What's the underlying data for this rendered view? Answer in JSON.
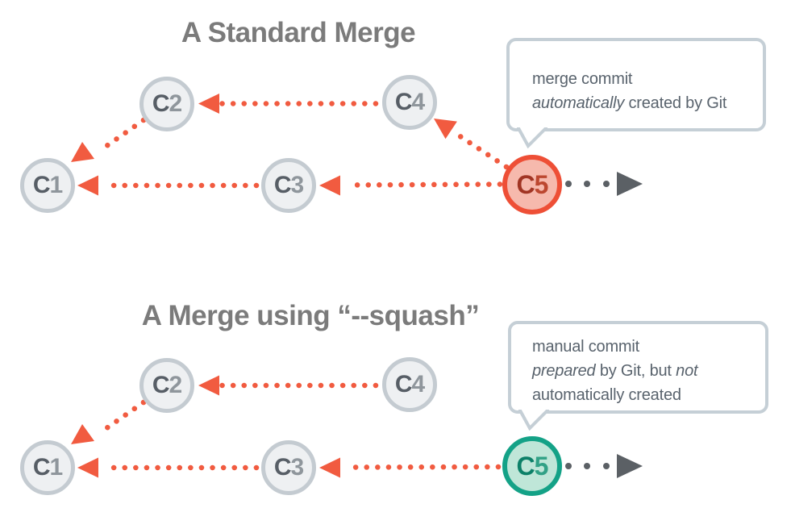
{
  "standard": {
    "title": "A Standard Merge",
    "nodes": [
      {
        "letter": "C",
        "digit": "1"
      },
      {
        "letter": "C",
        "digit": "2"
      },
      {
        "letter": "C",
        "digit": "3"
      },
      {
        "letter": "C",
        "digit": "4"
      },
      {
        "letter": "C",
        "digit": "5"
      }
    ],
    "bubble": {
      "line1": "merge commit",
      "line2_italic": "automatically",
      "line2_rest": " created by Git"
    }
  },
  "squash": {
    "title": "A Merge using “--squash”",
    "nodes": [
      {
        "letter": "C",
        "digit": "1"
      },
      {
        "letter": "C",
        "digit": "2"
      },
      {
        "letter": "C",
        "digit": "3"
      },
      {
        "letter": "C",
        "digit": "4"
      },
      {
        "letter": "C",
        "digit": "5"
      }
    ],
    "bubble": {
      "line1": "manual commit",
      "line2_italic1": "prepared",
      "line2_mid": " by Git, but ",
      "line2_italic2": "not",
      "line3": "automatically created"
    }
  },
  "colors": {
    "accent_red": "#f15b40",
    "node_gray_border": "#c4cbd1",
    "node_gray_fill": "#eef0f2",
    "node_text_dark": "#575e66",
    "node_text_light": "#8f969c",
    "red_node_border": "#ee4f36",
    "red_node_fill": "#f6b9ad",
    "red_node_text": "#a13524",
    "green_node_border": "#14a287",
    "green_node_fill": "#bfe6d8",
    "green_node_text": "#0c8068",
    "future_arrow_gray": "#5b6065",
    "bubble_border": "#c5cfd6",
    "bubble_text": "#59636d",
    "title_gray": "#7b7b7b"
  }
}
